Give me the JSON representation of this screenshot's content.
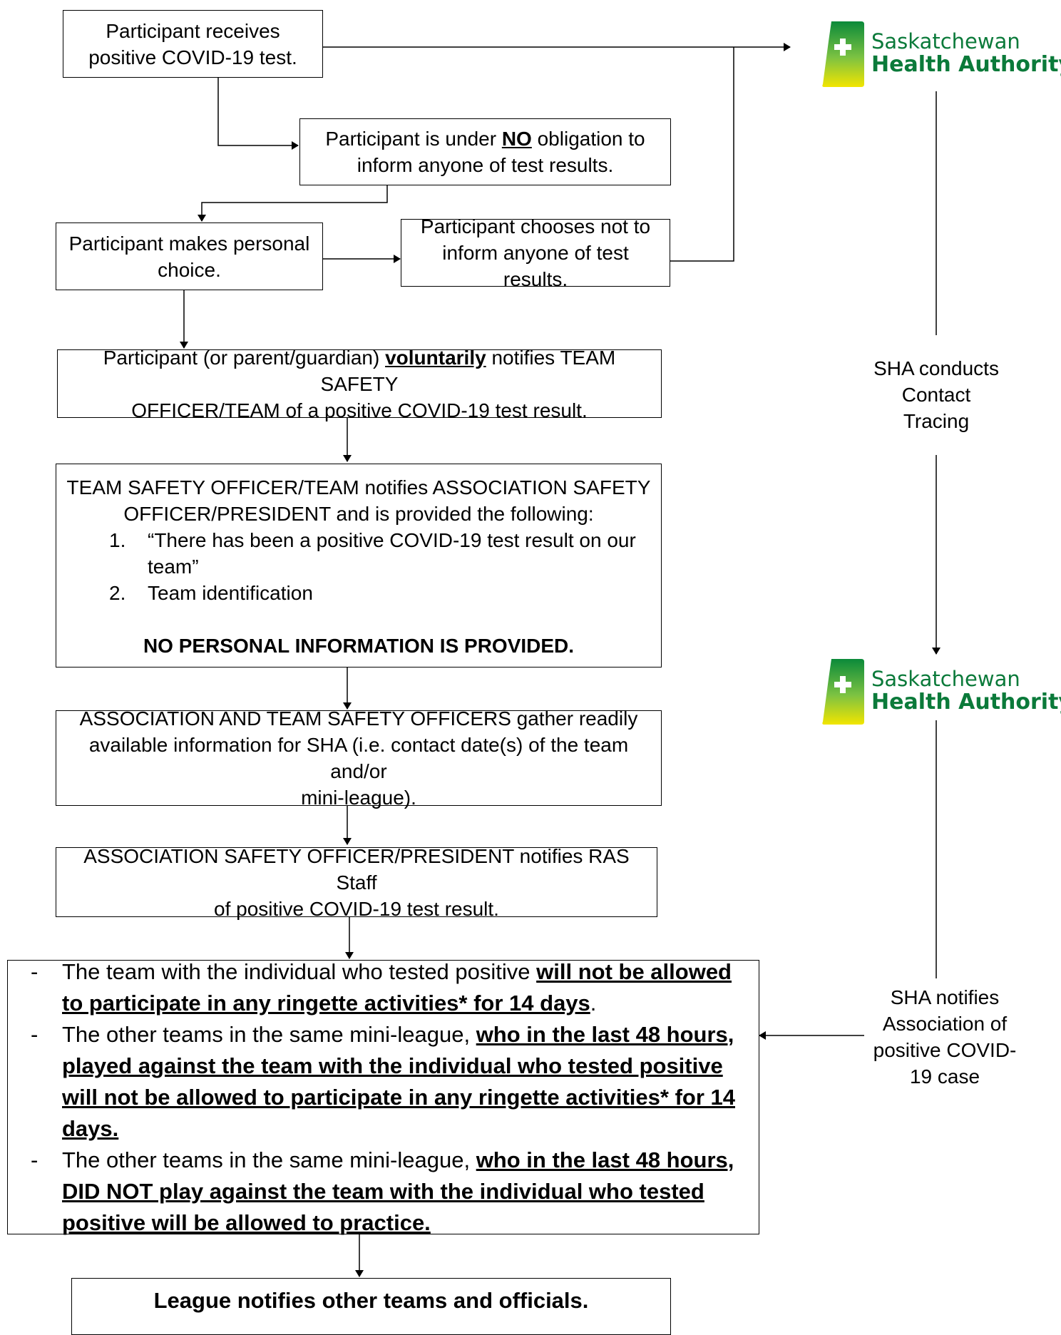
{
  "logo": {
    "line1": "Saskatchewan",
    "line2": "Health Authority",
    "icon": "plus-cross-icon",
    "colors": {
      "green": "#0b7a3a",
      "yellow": "#f2e500"
    }
  },
  "boxes": {
    "b1": {
      "line1": "Participant receives",
      "line2": "positive COVID-19 test."
    },
    "b2": {
      "pre": "Participant is under ",
      "bold": "NO",
      "post": " obligation to",
      "line2": "inform anyone of test results."
    },
    "b3": {
      "line1": "Participant makes personal",
      "line2": "choice."
    },
    "b4": {
      "line1": "Participant chooses not to",
      "line2": "inform anyone of test results."
    },
    "b5": {
      "pre": "Participant (or parent/guardian) ",
      "bold": "voluntarily",
      "post": " notifies TEAM SAFETY",
      "line2": "OFFICER/TEAM of a positive COVID-19 test result."
    },
    "b6": {
      "line1": "TEAM SAFETY OFFICER/TEAM notifies ASSOCIATION SAFETY",
      "line2": "OFFICER/PRESIDENT and is provided the following:",
      "item1_num": "1.",
      "item1_a": "“There has been a positive COVID-19 test result on our",
      "item1_b": "team”",
      "item2_num": "2.",
      "item2": "Team identification",
      "footer": "NO PERSONAL INFORMATION IS PROVIDED."
    },
    "b7": {
      "line1": "ASSOCIATION AND TEAM SAFETY OFFICERS gather readily",
      "line2": "available information for SHA (i.e. contact date(s) of the team and/or",
      "line3": "mini-league)."
    },
    "b8": {
      "line1": "ASSOCIATION SAFETY OFFICER/PRESIDENT notifies RAS Staff",
      "line2": "of positive COVID-19 test result."
    },
    "b9": {
      "dash": "-",
      "item1_pre": "The team with the individual who tested positive ",
      "item1_bold": "will not be allowed to participate in any ringette activities* for 14 days",
      "item1_post": ".",
      "item2_pre": "The other teams in the same mini-league, ",
      "item2_bold": "who in the last 48 hours, played against the team with the individual who tested positive will not be allowed to participate in any ringette activities* for 14 days.",
      "item3_pre": "The other teams in the same mini-league, ",
      "item3_bold": "who in the last 48 hours, DID NOT play against the team with the individual who tested positive will be allowed to practice."
    },
    "b10": {
      "text": "League notifies other teams and officials."
    }
  },
  "side": {
    "s1": {
      "line1": "SHA conducts",
      "line2": "Contact",
      "line3": "Tracing"
    },
    "s2": {
      "line1": "SHA notifies",
      "line2": "Association of",
      "line3": "positive COVID-",
      "line4": "19 case"
    }
  }
}
